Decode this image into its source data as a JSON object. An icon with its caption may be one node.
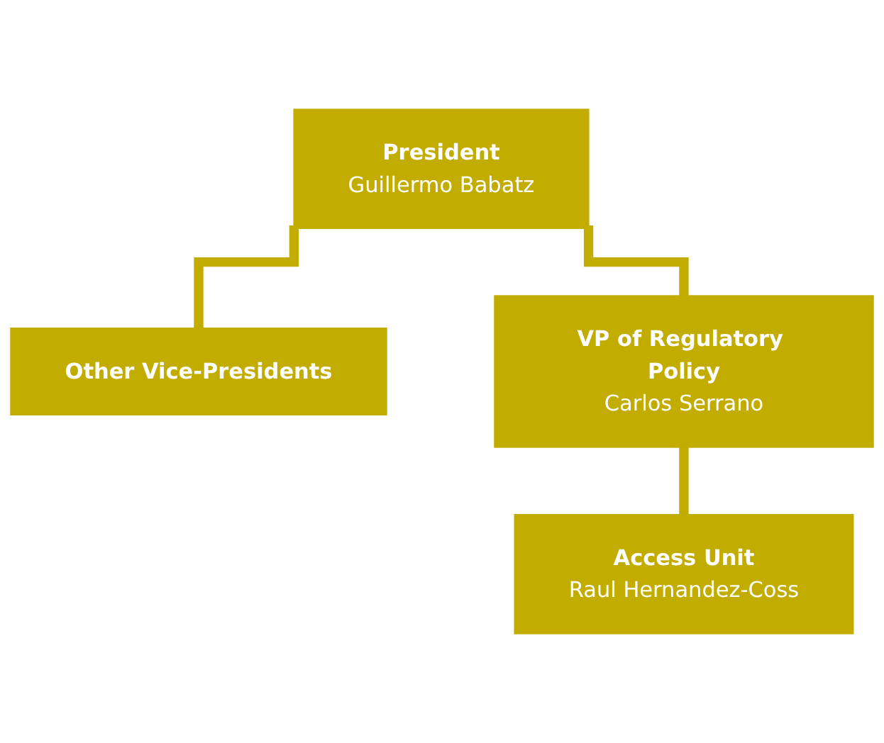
{
  "diagram": {
    "nodes": [
      {
        "text": [
          "President",
          "Guillermo Babatz"
        ]
      },
      {
        "text": [
          "Other Vice-Presidents"
        ]
      },
      {
        "text": [
          "VP of Regulatory Policy",
          "Carlos Serrano"
        ]
      },
      {
        "text": [
          "Access Unit",
          "Raul Hernandez-Coss"
        ]
      }
    ],
    "edges": [
      {
        "from": 0,
        "to": 1,
        "arrow": "none"
      },
      {
        "from": 0,
        "to": 2,
        "arrow": "none"
      },
      {
        "from": 2,
        "to": 3,
        "arrow": "none"
      }
    ]
  }
}
